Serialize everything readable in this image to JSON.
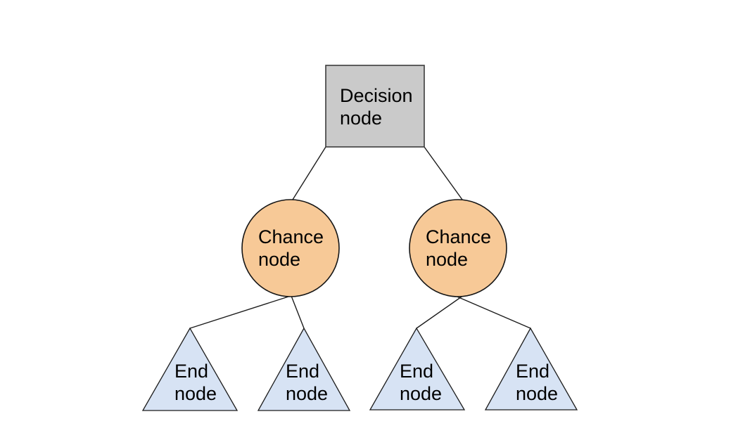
{
  "diagram": {
    "type": "decision-tree",
    "background": "#ffffff",
    "colors": {
      "decision_fill": "#cacaca",
      "decision_stroke": "#3c3c3c",
      "chance_fill": "#f7c997",
      "chance_stroke": "#161616",
      "end_fill": "#d7e3f4",
      "end_stroke": "#1c1c1c",
      "edge": "#1c1c1c",
      "text": "#000000"
    },
    "nodes": {
      "decision": {
        "kind": "decision",
        "shape": "square",
        "label": [
          "Decision",
          "node"
        ]
      },
      "chance_left": {
        "kind": "chance",
        "shape": "circle",
        "label": [
          "Chance",
          "node"
        ]
      },
      "chance_right": {
        "kind": "chance",
        "shape": "circle",
        "label": [
          "Chance",
          "node"
        ]
      },
      "end_1": {
        "kind": "end",
        "shape": "triangle",
        "label": [
          "End",
          "node"
        ]
      },
      "end_2": {
        "kind": "end",
        "shape": "triangle",
        "label": [
          "End",
          "node"
        ]
      },
      "end_3": {
        "kind": "end",
        "shape": "triangle",
        "label": [
          "End",
          "node"
        ]
      },
      "end_4": {
        "kind": "end",
        "shape": "triangle",
        "label": [
          "End",
          "node"
        ]
      }
    },
    "edges": [
      {
        "from": "decision",
        "to": "chance_left"
      },
      {
        "from": "decision",
        "to": "chance_right"
      },
      {
        "from": "chance_left",
        "to": "end_1"
      },
      {
        "from": "chance_left",
        "to": "end_2"
      },
      {
        "from": "chance_right",
        "to": "end_3"
      },
      {
        "from": "chance_right",
        "to": "end_4"
      }
    ]
  }
}
